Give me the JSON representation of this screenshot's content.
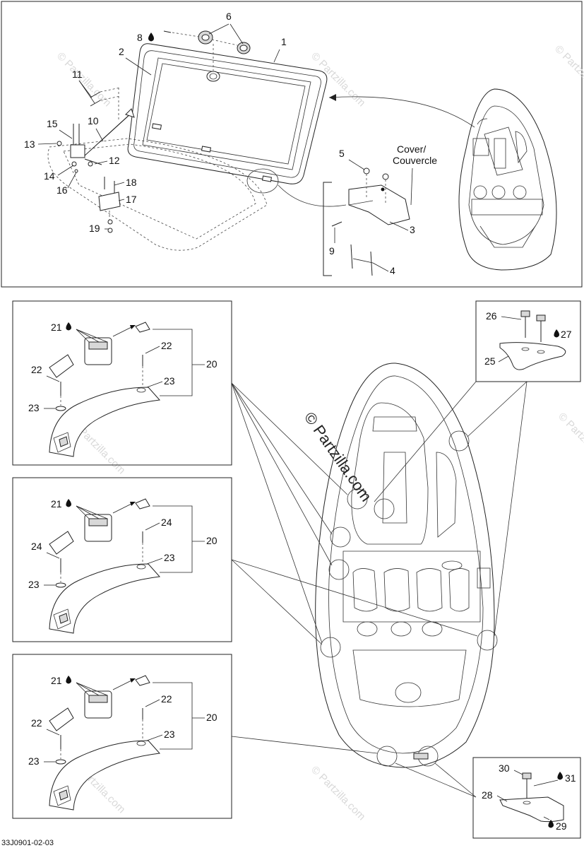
{
  "diagram_code": "33J0901-02-03",
  "watermark": "© Partzilla.com",
  "cover_label_en": "Cover/",
  "cover_label_fr": "Couvercle",
  "callouts": {
    "c1": "1",
    "c2": "2",
    "c3": "3",
    "c4": "4",
    "c5": "5",
    "c6": "6",
    "c8": "8",
    "c9": "9",
    "c10": "10",
    "c11": "11",
    "c12": "12",
    "c13": "13",
    "c14": "14",
    "c15": "15",
    "c16": "16",
    "c17": "17",
    "c18": "18",
    "c19": "19",
    "c20": "20",
    "c21": "21",
    "c22": "22",
    "c23": "23",
    "c24": "24",
    "c25": "25",
    "c26": "26",
    "c27": "27",
    "c28": "28",
    "c29": "29",
    "c30": "30",
    "c31": "31"
  },
  "icons": {
    "drop": "liquid-drop-icon"
  }
}
